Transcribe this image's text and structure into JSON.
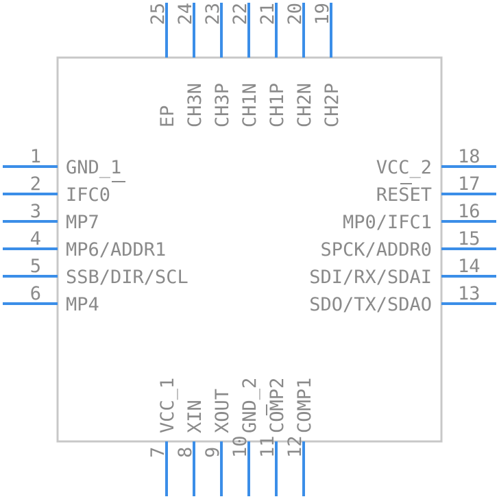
{
  "component": {
    "colors": {
      "pin": "#3b8ee8",
      "text": "#8a8a8a",
      "outline": "#c8c8c8",
      "background": "#ffffff"
    },
    "pins": {
      "left": [
        {
          "number": "1",
          "name": "GND_1"
        },
        {
          "number": "2",
          "name": "IFC0"
        },
        {
          "number": "3",
          "name": "MP7"
        },
        {
          "number": "4",
          "name": "MP6/ADDR1"
        },
        {
          "number": "5",
          "name": "SSB/DIR/SCL"
        },
        {
          "number": "6",
          "name": "MP4"
        }
      ],
      "right": [
        {
          "number": "18",
          "name": "VCC_2"
        },
        {
          "number": "17",
          "name": "RESET"
        },
        {
          "number": "16",
          "name": "MP0/IFC1"
        },
        {
          "number": "15",
          "name": "SPCK/ADDR0"
        },
        {
          "number": "14",
          "name": "SDI/RX/SDAI"
        },
        {
          "number": "13",
          "name": "SDO/TX/SDAO"
        }
      ],
      "top": [
        {
          "number": "25",
          "name": "EP"
        },
        {
          "number": "24",
          "name": "CH3N"
        },
        {
          "number": "23",
          "name": "CH3P"
        },
        {
          "number": "22",
          "name": "CH1N"
        },
        {
          "number": "21",
          "name": "CH1P"
        },
        {
          "number": "20",
          "name": "CH2N"
        },
        {
          "number": "19",
          "name": "CH2P"
        }
      ],
      "bottom": [
        {
          "number": "7",
          "name": "VCC_1"
        },
        {
          "number": "8",
          "name": "XIN"
        },
        {
          "number": "9",
          "name": "XOUT"
        },
        {
          "number": "10",
          "name": "GND_2"
        },
        {
          "number": "11",
          "name": "COMP2"
        },
        {
          "number": "12",
          "name": "COMP1"
        }
      ]
    }
  }
}
